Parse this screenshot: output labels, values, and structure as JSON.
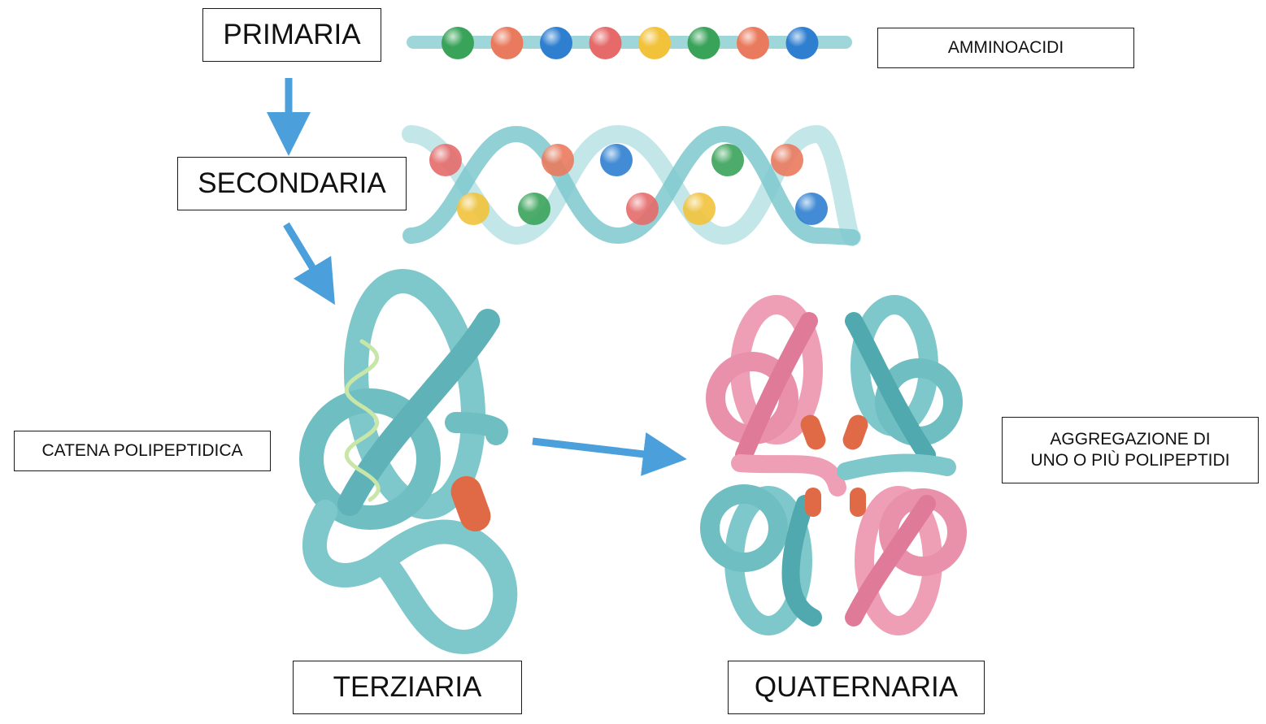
{
  "labels": {
    "primaria": "PRIMARIA",
    "secondaria": "SECONDARIA",
    "terziaria": "TERZIARIA",
    "quaternaria": "QUATERNARIA",
    "amminoacidi": "AMMINOACIDI",
    "catena": "CATENA POLIPEPTIDICA",
    "aggregazione_line1": "AGGREGAZIONE DI",
    "aggregazione_line2": "UNO O PIÙ POLIPEPTIDI"
  },
  "colors": {
    "ribbon": "#7ec8cc",
    "ribbon_dark": "#4fa9ae",
    "pink": "#ee9fb6",
    "pink_dark": "#e07a99",
    "arrow": "#4b9fdb",
    "green": "#3aa35a",
    "orange": "#ea7a5d",
    "blue": "#2f7fd0",
    "red": "#e66a6a",
    "yellow": "#f2c23b",
    "connector": "#e06a46"
  },
  "primary_chain_beads": [
    "green",
    "orange",
    "blue",
    "red",
    "yellow",
    "green",
    "orange",
    "blue"
  ],
  "secondary_beads": [
    "red",
    "yellow",
    "green",
    "orange",
    "blue",
    "red",
    "yellow",
    "green",
    "orange",
    "blue"
  ]
}
